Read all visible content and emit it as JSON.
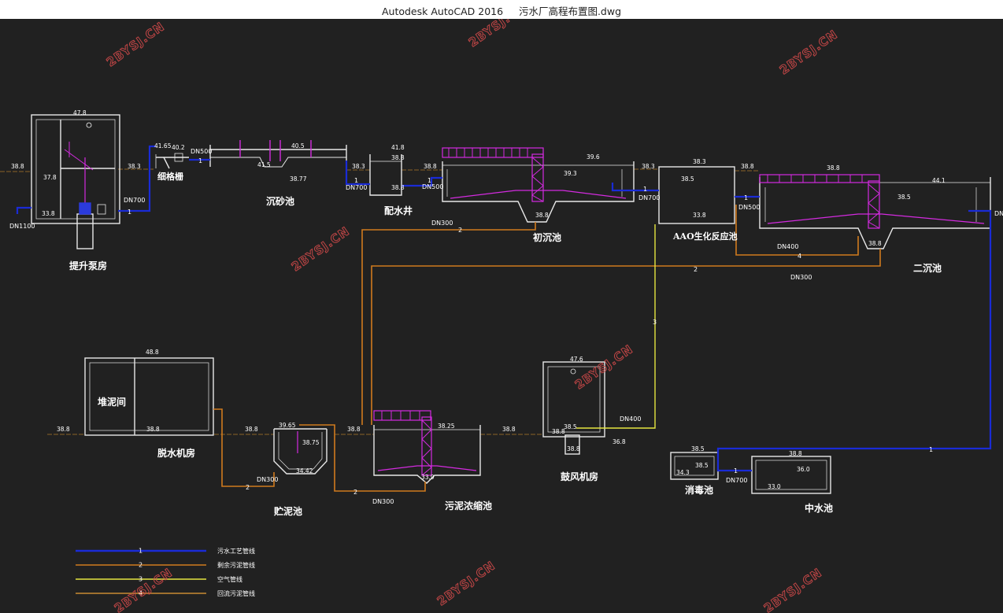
{
  "window": {
    "app": "Autodesk AutoCAD 2016",
    "file": "污水厂高程布置图.dwg"
  },
  "units": {
    "pump_house": "提升泵房",
    "fine_screen": "细格栅",
    "grit_chamber": "沉砂池",
    "distribution_well": "配水井",
    "primary_clarifier": "初沉池",
    "aao_reactor": "AAO生化反应池",
    "secondary_clarifier": "二沉池",
    "sludge_yard": "堆泥间",
    "dewatering_room": "脱水机房",
    "sludge_storage": "贮泥池",
    "sludge_thickener": "污泥浓缩池",
    "blower_room": "鼓风机房",
    "disinfection_tank": "消毒池",
    "reclaimed_water_tank": "中水池"
  },
  "elevations": {
    "e1": "38.8",
    "e2": "37.8",
    "e3": "33.8",
    "e4": "47.8",
    "e5": "38.3",
    "e6": "41.65",
    "e7": "40.2",
    "e8": "40.5",
    "e9": "41.5",
    "e10": "38.77",
    "e11": "38.3",
    "e12": "41.8",
    "e13": "38.8",
    "e14": "38.8",
    "e15": "38.8",
    "e16": "39.6",
    "e17": "39.3",
    "e18": "38.8",
    "e19": "38.3",
    "e20": "38.3",
    "e21": "38.5",
    "e22": "33.8",
    "e23": "38.8",
    "e24": "44.1",
    "e25": "38.5",
    "e26": "38.8",
    "e27": "48.8",
    "e28": "38.8",
    "e29": "38.8",
    "e30": "38.8",
    "e31": "39.65",
    "e32": "38.75",
    "e33": "34.42",
    "e34": "38.8",
    "e35": "38.25",
    "e36": "33.9",
    "e37": "38.8",
    "e38": "47.6",
    "e39": "38.8",
    "e40": "38.5",
    "e41": "38.8",
    "e42": "36.8",
    "e43": "38.5",
    "e44": "34.3",
    "e45": "38.5",
    "e46": "36.0",
    "e47": "33.0",
    "e48": "38.8",
    "e49": "38.8"
  },
  "pipes": {
    "dn1100": "DN1100",
    "dn700a": "DN700",
    "dn500a": "DN500",
    "dn700b": "DN700",
    "dn500b": "DN500",
    "dn700c": "DN700",
    "dn500c": "DN500",
    "dn300a": "DN300",
    "dn400a": "DN400",
    "dn300b": "DN300",
    "dn300c": "DN300",
    "dn300d": "DN300",
    "dn400b": "DN400",
    "dn700d": "DN700",
    "dn_edge": "DN"
  },
  "flow_tags": {
    "f1": "1",
    "f2": "1",
    "f3": "1",
    "f4": "1",
    "f5": "1",
    "f6": "1",
    "f7": "1",
    "f8": "1",
    "s1": "2",
    "s2": "2",
    "s3": "2",
    "s4": "2",
    "s5": "4",
    "a1": "3"
  },
  "legend": {
    "items": [
      {
        "label": "污水工艺管线",
        "color": "#1a2bd6"
      },
      {
        "label": "剩余污泥管线",
        "color": "#d07a1e"
      },
      {
        "label": "空气管线",
        "color": "#e6e640"
      },
      {
        "label": "回流污泥管线",
        "color": "#c98a32"
      }
    ],
    "markers": [
      "1",
      "2",
      "3",
      "4"
    ]
  },
  "watermarks": [
    "2BYSJ.CN",
    "2BYSJ.CN",
    "2BYSJ.CN",
    "2BYSJ.CN",
    "2BYSJ.CN",
    "2BYSJ.CN",
    "2BYSJ.CN",
    "2BYSJ.CN"
  ],
  "colors": {
    "background": "#212121",
    "structure": "#e8e8e8",
    "process_pipe": "#1a2bd6",
    "sludge_pipe": "#d07a1e",
    "air_pipe": "#e6e640",
    "equipment": "#d42be0",
    "watermark": "#d14a4a"
  }
}
